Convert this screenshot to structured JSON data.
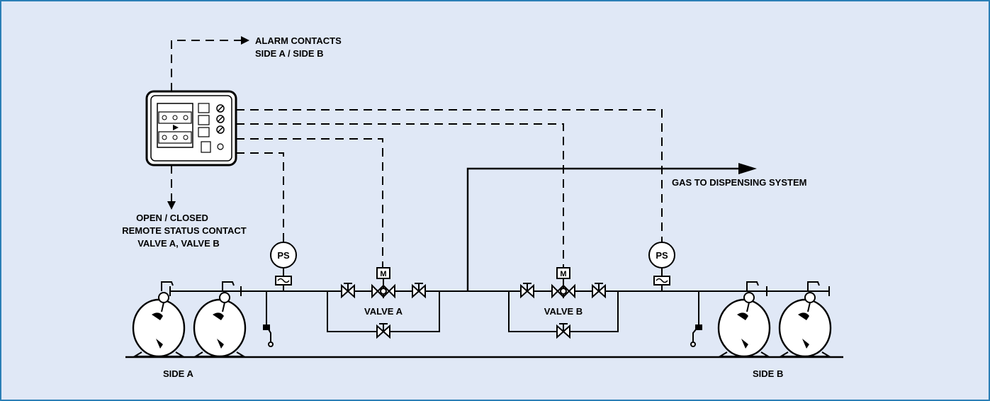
{
  "labels": {
    "alarm_line1": "ALARM CONTACTS",
    "alarm_line2": "SIDE A / SIDE B",
    "gas_output": "GAS TO DISPENSING SYSTEM",
    "status_line1": "OPEN / CLOSED",
    "status_line2": "REMOTE STATUS CONTACT",
    "status_line3": "VALVE A, VALVE B",
    "valve_a": "VALVE A",
    "valve_b": "VALVE B",
    "side_a": "SIDE A",
    "side_b": "SIDE B"
  },
  "symbols": {
    "pressure_switch": "PS",
    "motor_actuator": "M"
  },
  "colors": {
    "background": "#e0e8f6",
    "border": "#2b7fb6",
    "line": "#000000"
  }
}
